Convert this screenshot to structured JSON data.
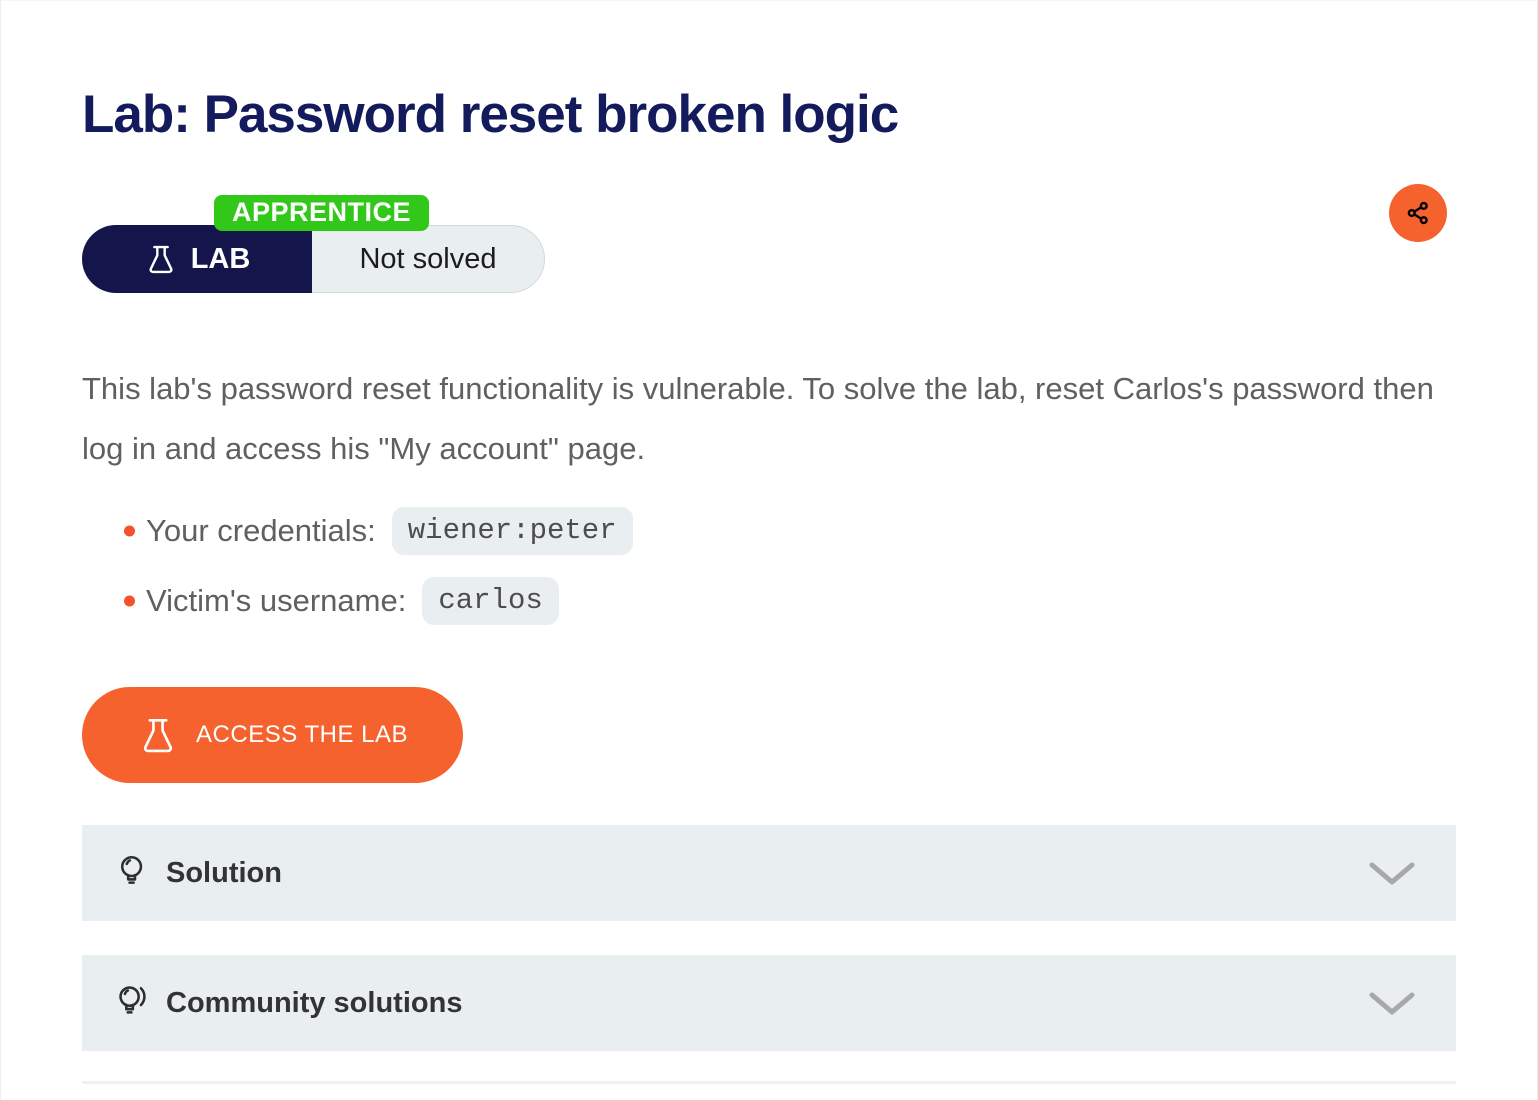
{
  "page": {
    "title": "Lab: Password reset broken logic",
    "difficulty_badge": "APPRENTICE",
    "lab_pill": {
      "label": "LAB",
      "status": "Not solved"
    },
    "description": "This lab's password reset functionality is vulnerable. To solve the lab, reset Carlos's password then log in and access his \"My account\" page.",
    "bullets": [
      {
        "label": "Your credentials:",
        "code": "wiener:peter"
      },
      {
        "label": "Victim's username:",
        "code": "carlos"
      }
    ],
    "access_button_label": "ACCESS THE LAB",
    "accordions": [
      {
        "label": "Solution"
      },
      {
        "label": "Community solutions"
      }
    ],
    "icons": {
      "share": "share-icon",
      "flask": "lab-flask-icon",
      "solution": "lightbulb-icon",
      "community": "community-lightbulb-icon",
      "chevron": "chevron-down-icon"
    },
    "colors": {
      "navy": "#14164b",
      "title_navy": "#131b5c",
      "orange": "#f6622d",
      "green": "#32c819",
      "panel_gray": "#e9eef1",
      "body_text": "#5f6061"
    }
  }
}
